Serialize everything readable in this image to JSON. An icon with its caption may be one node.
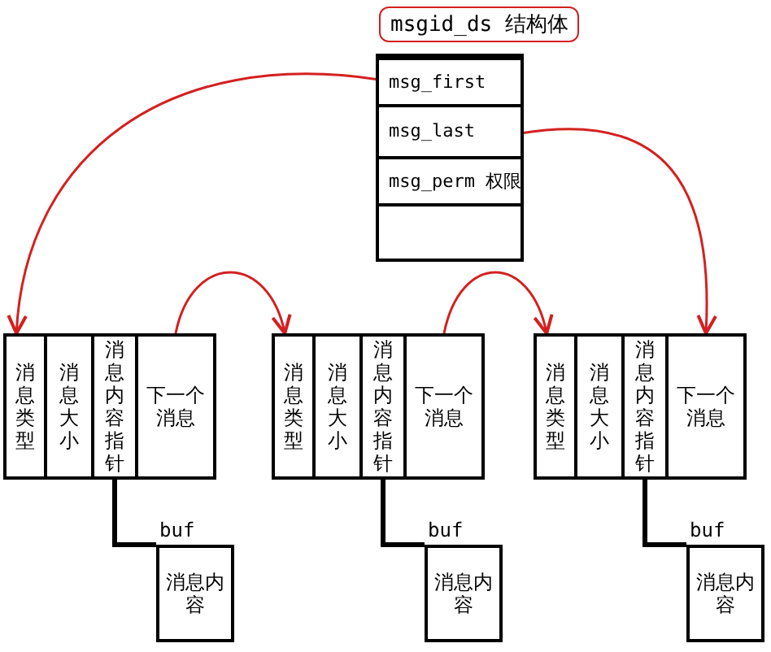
{
  "diagram": {
    "title": "msgid_ds 结构体",
    "nodes": [
      {
        "text": [],
        "shape": "box"
      },
      {
        "text": [
          "msg_first"
        ],
        "in": 0
      },
      {
        "text": [
          "msg_last"
        ],
        "in": 0
      },
      {
        "text": [
          "msg_perm 权限"
        ],
        "in": 0
      },
      {
        "text": [],
        "shape": "box",
        "in": 0
      },
      {
        "text": [
          "消息类型"
        ]
      },
      {
        "text": [
          "消息大小"
        ]
      },
      {
        "text": [
          "消息内容指针"
        ]
      },
      {
        "text": [
          "下一个消息"
        ]
      },
      {
        "text": [
          "消息内容"
        ],
        "beside": [
          "buf"
        ]
      },
      {
        "text": [
          "消息类型"
        ]
      },
      {
        "text": [
          "消息大小"
        ]
      },
      {
        "text": [
          "消息内容指针"
        ]
      },
      {
        "text": [
          "下一个消息"
        ]
      },
      {
        "text": [
          "消息内容"
        ],
        "beside": [
          "buf"
        ]
      },
      {
        "text": [
          "消息类型"
        ]
      },
      {
        "text": [
          "消息大小"
        ]
      },
      {
        "text": [
          "消息内容指针"
        ]
      },
      {
        "text": [
          "下一个消息"
        ]
      },
      {
        "text": [
          "消息内容"
        ],
        "beside": [
          "buf"
        ]
      }
    ],
    "edges": [
      {
        "from": 1,
        "to": 5,
        "arrow": "to"
      },
      {
        "from": 2,
        "to": 18,
        "arrow": "to"
      },
      {
        "from": 8,
        "to": 10,
        "arrow": "to"
      },
      {
        "from": 13,
        "to": 15,
        "arrow": "to"
      },
      {
        "from": 7,
        "to": 9,
        "arrow": "none",
        "style": "thick",
        "color": "#000000"
      },
      {
        "from": 12,
        "to": 14,
        "arrow": "none",
        "style": "thick",
        "color": "#000000"
      },
      {
        "from": 17,
        "to": 19,
        "arrow": "none",
        "style": "thick",
        "color": "#000000"
      }
    ]
  }
}
